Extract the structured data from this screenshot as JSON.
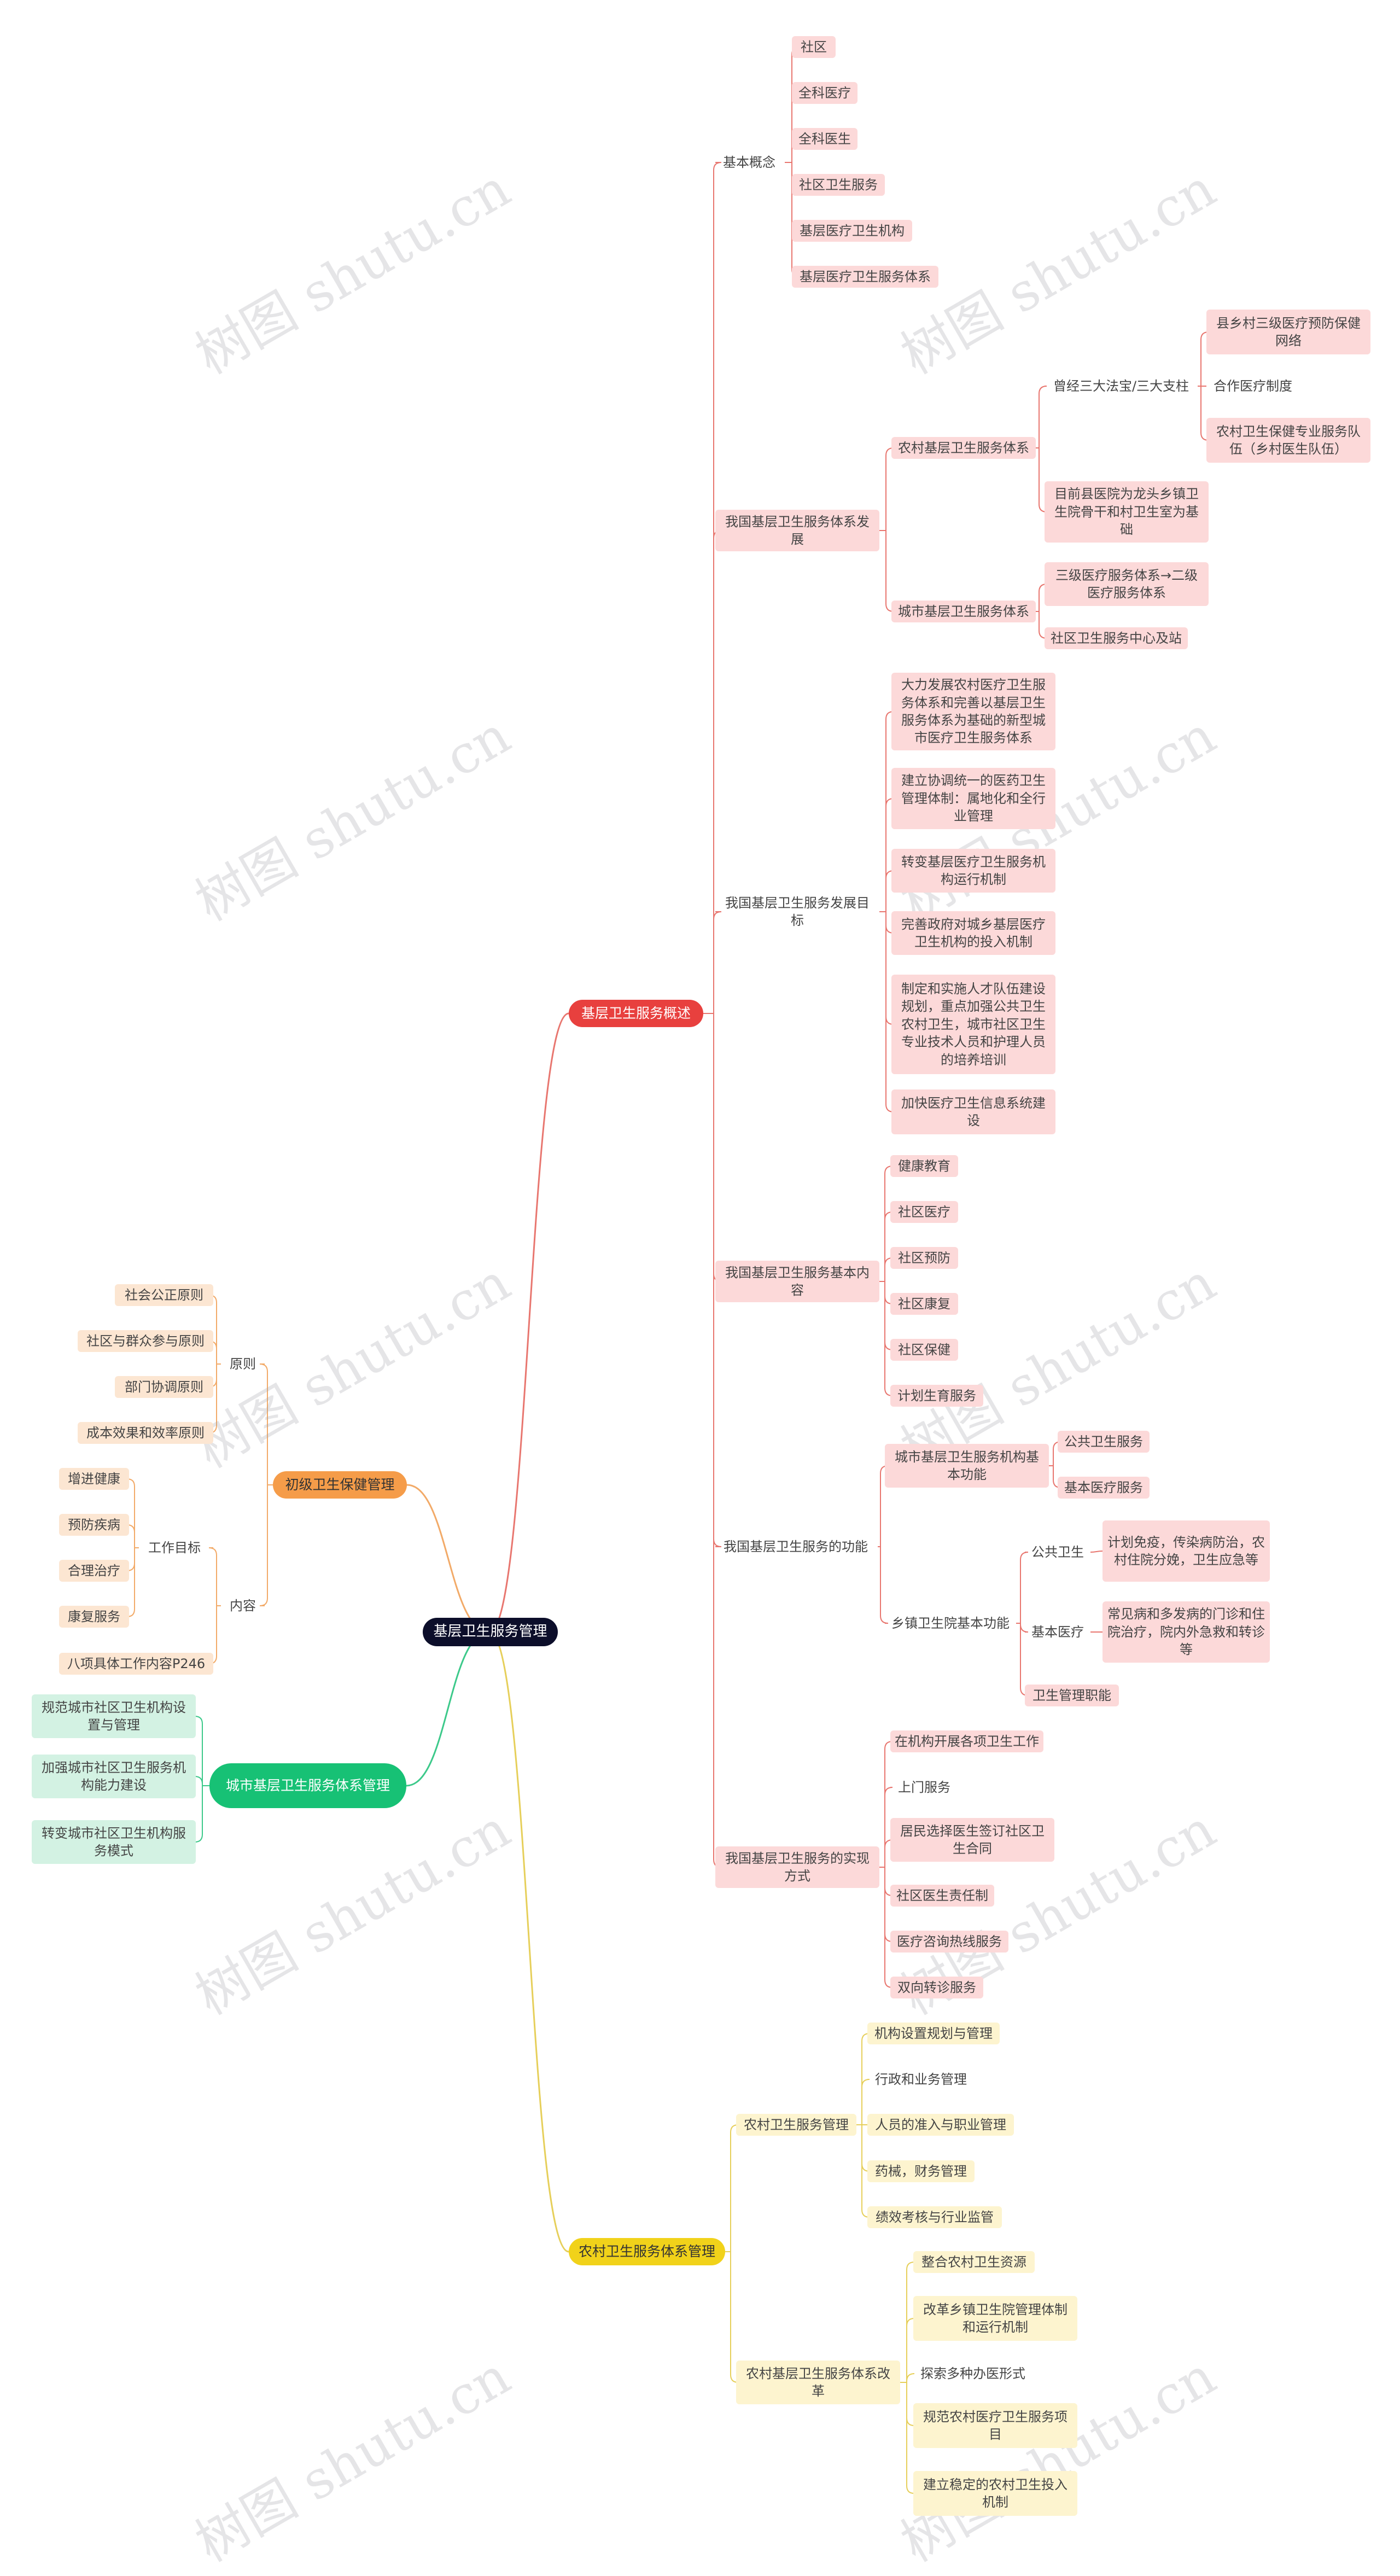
{
  "colors": {
    "red": "#e8403e",
    "yellow": "#f1d21a",
    "orange": "#f59c49",
    "green": "#17c175",
    "root": "#0c0e2a"
  },
  "watermark": "树图 shutu.cn",
  "root": "基层卫生服务管理",
  "branches": {
    "overview": "基层卫生服务概述",
    "rural_mgmt": "农村卫生服务体系管理",
    "primary_care": "初级卫生保健管理",
    "urban_mgmt": "城市基层卫生服务体系管理"
  },
  "overview": {
    "basic": {
      "label": "基本概念",
      "items": [
        "社区",
        "全科医疗",
        "全科医生",
        "社区卫生服务",
        "基层医疗卫生机构",
        "基层医疗卫生服务体系"
      ]
    },
    "development": {
      "label": "我国基层卫生服务体系发展",
      "rural": {
        "label": "农村基层卫生服务体系",
        "three": {
          "label": "曾经三大法宝/三大支柱",
          "items": [
            "县乡村三级医疗预防保健网络",
            "合作医疗制度",
            "农村卫生保健专业服务队伍（乡村医生队伍）"
          ]
        },
        "current": "目前县医院为龙头乡镇卫生院骨干和村卫生室为基础"
      },
      "urban": {
        "label": "城市基层卫生服务体系",
        "items": [
          "三级医疗服务体系→二级医疗服务体系",
          "社区卫生服务中心及站"
        ]
      }
    },
    "goals": {
      "label": "我国基层卫生服务发展目标",
      "items": [
        "大力发展农村医疗卫生服务体系和完善以基层卫生服务体系为基础的新型城市医疗卫生服务体系",
        "建立协调统一的医药卫生管理体制：属地化和全行业管理",
        "转变基层医疗卫生服务机构运行机制",
        "完善政府对城乡基层医疗卫生机构的投入机制",
        "制定和实施人才队伍建设规划，重点加强公共卫生农村卫生，城市社区卫生专业技术人员和护理人员的培养培训",
        "加快医疗卫生信息系统建设"
      ]
    },
    "content": {
      "label": "我国基层卫生服务基本内容",
      "items": [
        "健康教育",
        "社区医疗",
        "社区预防",
        "社区康复",
        "社区保健",
        "计划生育服务"
      ]
    },
    "functions": {
      "label": "我国基层卫生服务的功能",
      "urban": {
        "label": "城市基层卫生服务机构基本功能",
        "items": [
          "公共卫生服务",
          "基本医疗服务"
        ]
      },
      "township": {
        "label": "乡镇卫生院基本功能",
        "public": {
          "label": "公共卫生",
          "desc": "计划免疫，传染病防治，农村住院分娩，卫生应急等"
        },
        "medical": {
          "label": "基本医疗",
          "desc": "常见病和多发病的门诊和住院治疗，院内外急救和转诊等"
        },
        "admin": "卫生管理职能"
      }
    },
    "ways": {
      "label": "我国基层卫生服务的实现方式",
      "items": [
        "在机构开展各项卫生工作",
        "上门服务",
        "居民选择医生签订社区卫生合同",
        "社区医生责任制",
        "医疗咨询热线服务",
        "双向转诊服务"
      ]
    }
  },
  "rural": {
    "mgmt": {
      "label": "农村卫生服务管理",
      "items": [
        "机构设置规划与管理",
        "行政和业务管理",
        "人员的准入与职业管理",
        "药械，财务管理",
        "绩效考核与行业监管"
      ]
    },
    "reform": {
      "label": "农村基层卫生服务体系改革",
      "items": [
        "整合农村卫生资源",
        "改革乡镇卫生院管理体制和运行机制",
        "探索多种办医形式",
        "规范农村医疗卫生服务项目",
        "建立稳定的农村卫生投入机制"
      ]
    }
  },
  "primary": {
    "principle": {
      "label": "原则",
      "items": [
        "社会公正原则",
        "社区与群众参与原则",
        "部门协调原则",
        "成本效果和效率原则"
      ]
    },
    "content": {
      "label": "内容",
      "goal": {
        "label": "工作目标",
        "items": [
          "增进健康",
          "预防疾病",
          "合理治疗",
          "康复服务"
        ]
      },
      "eight": "八项具体工作内容P246"
    }
  },
  "urban": {
    "items": [
      "规范城市社区卫生机构设置与管理",
      "加强城市社区卫生服务机构能力建设",
      "转变城市社区卫生机构服务模式"
    ]
  }
}
